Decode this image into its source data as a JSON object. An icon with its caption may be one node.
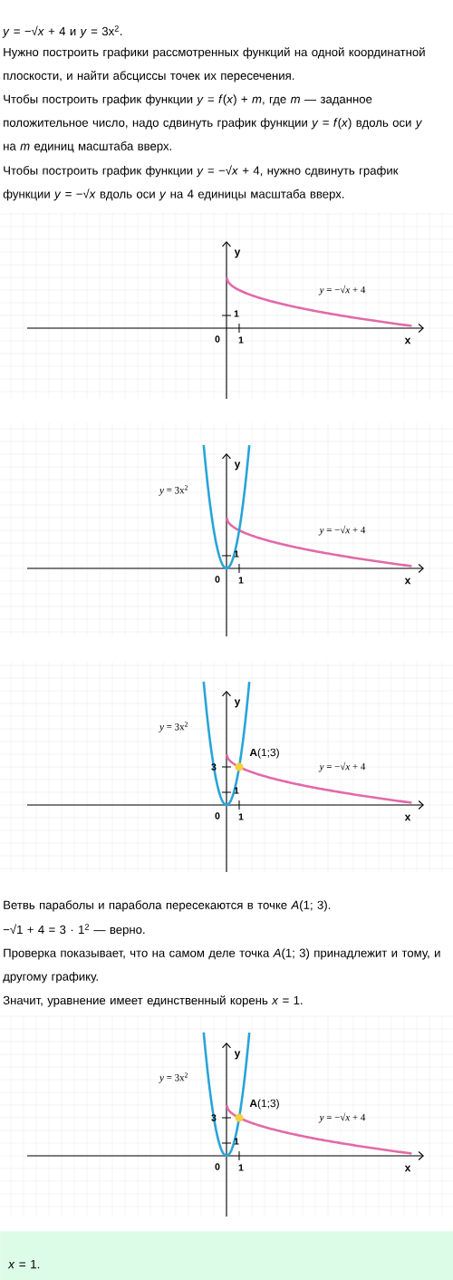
{
  "diagram": {
    "nodes": [
      {
        "text": [
          "*x* = 1."
        ]
      }
    ],
    "labels": [
      "*y* = −√*x* + 4 и *y* = 3x$^{2}$.",
      "Нужно построить графики рассмотренных функций на одной координатной плоскости, и найти абсциссы точек их пересечения.",
      "Чтобы построить график функции *y* = *f*(*x*) + *m*, где *m* — заданное положительное число, надо сдвинуть график функции *y* = *f*(*x*) вдоль оси *y* на *m* единиц масштаба вверх.",
      "Чтобы построить график функции *y* = −√*x* + 4, нужно сдвинуть график функции *y* = −√*x* вдоль оси *y* на 4 единицы масштаба вверх.",
      "y",
      "*y* = −√*x* + 4",
      "1",
      "0",
      "1",
      "x",
      "y",
      "*y* = 3x$^{2}$",
      "*y* = −√*x* + 4",
      "1",
      "0",
      "1",
      "x",
      "y",
      "*y* = 3x$^{2}$",
      "**A**(1;3)",
      "3",
      "*y* = −√*x* + 4",
      "1",
      "0",
      "1",
      "x",
      "Ветвь параболы и парабола пересекаются в точке *A*(1; 3).",
      "−√1 + 4 = 3 · 1$^{2}$ — верно.",
      "Проверка показывает, что на самом деле точка *A*(1; 3) принадлежит и тому, и другому графику.",
      "Значит, уравнение имеет единственный корень *x* = 1.",
      "y",
      "*y* = 3x$^{2}$",
      "**A**(1;3)",
      "3",
      "*y* = −√*x* + 4",
      "1",
      "0",
      "1",
      "x"
    ]
  }
}
